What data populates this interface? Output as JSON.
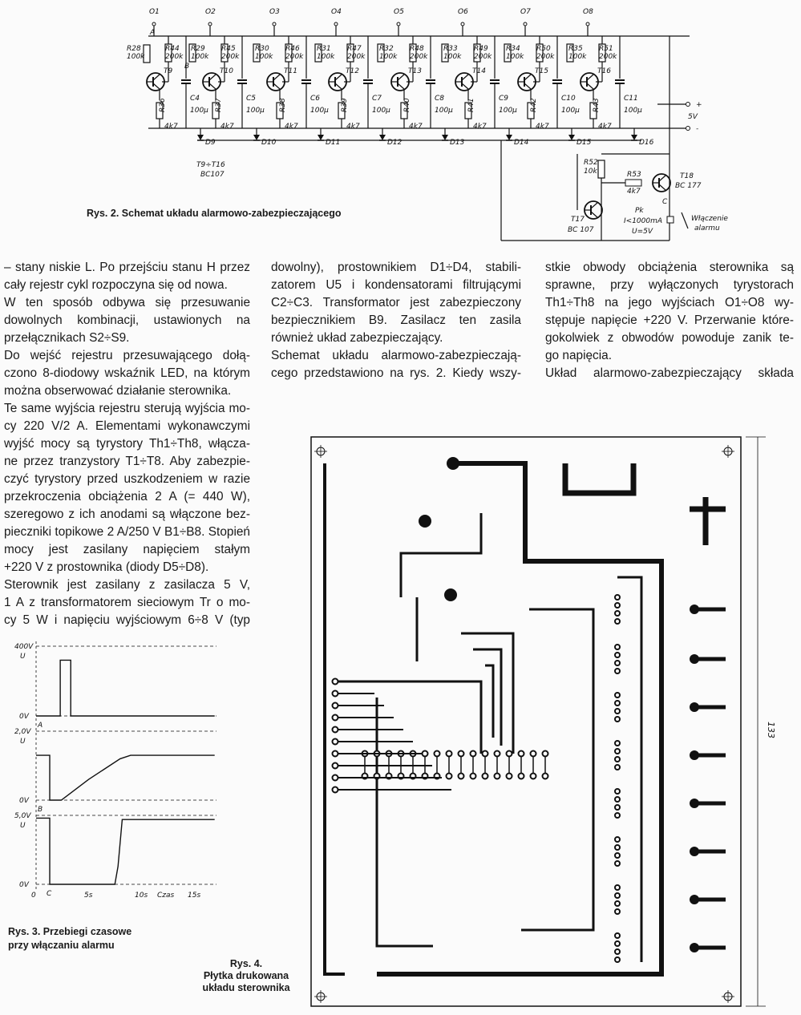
{
  "figure2": {
    "caption": "Rys. 2. Schemat układu alarmowo-zabezpieczającego",
    "outputs": [
      "O1",
      "O2",
      "O3",
      "O4",
      "O5",
      "O6",
      "O7",
      "O8"
    ],
    "point_a": "A",
    "point_b": "B",
    "point_c": "C",
    "r_first": {
      "name": "R28",
      "value": "100k"
    },
    "base_resistors": [
      [
        "R44",
        "200k"
      ],
      [
        "R45",
        "200k"
      ],
      [
        "R46",
        "200k"
      ],
      [
        "R47",
        "200k"
      ],
      [
        "R48",
        "200k"
      ],
      [
        "R49",
        "200k"
      ],
      [
        "R50",
        "200k"
      ],
      [
        "R51",
        "200k"
      ]
    ],
    "collector_resistors": [
      [
        "R29",
        "100k"
      ],
      [
        "R30",
        "100k"
      ],
      [
        "R31",
        "100k"
      ],
      [
        "R32",
        "100k"
      ],
      [
        "R33",
        "100k"
      ],
      [
        "R34",
        "100k"
      ],
      [
        "R35",
        "100k"
      ]
    ],
    "transistors": [
      "T9",
      "T10",
      "T11",
      "T12",
      "T13",
      "T14",
      "T15",
      "T16"
    ],
    "emitter_resistors": [
      [
        "R36",
        "4k7"
      ],
      [
        "R37",
        "4k7"
      ],
      [
        "R38",
        "4k7"
      ],
      [
        "R39",
        "4k7"
      ],
      [
        "R40",
        "4k7"
      ],
      [
        "R41",
        "4k7"
      ],
      [
        "R42",
        "4k7"
      ],
      [
        "R43",
        "4k7"
      ]
    ],
    "capacitors": [
      [
        "C4",
        "100µ"
      ],
      [
        "C5",
        "100µ"
      ],
      [
        "C6",
        "100µ"
      ],
      [
        "C7",
        "100µ"
      ],
      [
        "C8",
        "100µ"
      ],
      [
        "C9",
        "100µ"
      ],
      [
        "C10",
        "100µ"
      ],
      [
        "C11",
        "100µ"
      ]
    ],
    "diodes": [
      "D9",
      "D10",
      "D11",
      "D12",
      "D13",
      "D14",
      "D15",
      "D16"
    ],
    "transistor_note": [
      "T9÷T16",
      "BC107"
    ],
    "supply": {
      "plus": "+",
      "minus": "-",
      "voltage": "5V"
    },
    "r52": [
      "R52",
      "10k"
    ],
    "r53": [
      "R53",
      "4k7"
    ],
    "t17": [
      "T17",
      "BC 107"
    ],
    "t18": [
      "T18",
      "BC 177"
    ],
    "relay": [
      "Pk",
      "I<1000mA",
      "U=5V"
    ],
    "alarm_switch": [
      "Włączenie",
      "alarmu"
    ]
  },
  "text": {
    "col1": [
      "– stany niskie L. Po przejściu stanu H przez",
      "cały rejestr cykl rozpoczyna się od nowa.",
      "W ten sposób odbywa się przesuwanie",
      "dowolnych kombinacji, ustawionych na",
      "przełącznikach S2÷S9.",
      "Do wejść rejestru przesuwającego dołą-",
      "czono 8-diodowy wskaźnik LED, na którym",
      "można obserwować działanie sterownika.",
      "Te same wyjścia rejestru sterują wyjścia mo-",
      "cy 220 V/2 A. Elementami wykonawczymi",
      "wyjść mocy są tyrystory Th1÷Th8, włącza-",
      "ne przez tranzystory T1÷T8. Aby zabezpie-",
      "czyć tyrystory  przed uszkodzeniem w razie",
      "przekroczenia obciążenia 2 A  (= 440 W),",
      "szeregowo z ich anodami są włączone bez-",
      "pieczniki topikowe 2 A/250 V B1÷B8. Stopień",
      "mocy jest zasilany napięciem stałym",
      "+220 V z prostownika (diody D5÷D8).",
      "Sterownik jest zasilany z zasilacza 5 V,",
      "1 A z transformatorem sieciowym Tr o mo-",
      "cy 5 W i napięciu wyjściowym 6÷8 V (typ"
    ],
    "col2": [
      "dowolny), prostownikiem D1÷D4, stabili-",
      "zatorem U5 i kondensatorami filtrującymi",
      "C2÷C3. Transformator jest zabezpieczony",
      "bezpiecznikiem B9. Zasilacz ten zasila",
      "również układ zabezpieczający.",
      "Schemat układu alarmowo-zabezpieczają-",
      "cego przedstawiono na rys. 2. Kiedy wszy-"
    ],
    "col3": [
      "stkie obwody obciążenia sterownika są",
      "sprawne, przy wyłączonych tyrystorach",
      "Th1÷Th8 na jego wyjściach O1÷O8 wy-",
      "stępuje napięcie +220 V. Przerwanie które-",
      "gokolwiek z obwodów powoduje zanik te-",
      "go napięcia.",
      "Układ alarmowo-zabezpieczający składa"
    ]
  },
  "figure3": {
    "caption": [
      "Rys. 3. Przebiegi czasowe",
      "przy włączaniu alarmu"
    ],
    "x_ticks": [
      "0",
      "5s",
      "10s",
      "15s"
    ],
    "x_label": "Czas",
    "y_label": "U",
    "panels": [
      {
        "name": "A",
        "top_label": "400V",
        "bottom_label": "0V",
        "max": 400,
        "points": [
          [
            0,
            0
          ],
          [
            2.3,
            0
          ],
          [
            2.3,
            320
          ],
          [
            3.3,
            320
          ],
          [
            3.3,
            0
          ],
          [
            17,
            0
          ]
        ]
      },
      {
        "name": "B",
        "top_label": "2,0V",
        "bottom_label": "0V",
        "max": 2.0,
        "points": [
          [
            0,
            1.3
          ],
          [
            1.3,
            1.3
          ],
          [
            1.3,
            0
          ],
          [
            2.4,
            0
          ],
          [
            5,
            0.6
          ],
          [
            8,
            1.2
          ],
          [
            9,
            1.3
          ],
          [
            17,
            1.3
          ]
        ]
      },
      {
        "name": "C",
        "top_label": "5,0V",
        "bottom_label": "0V",
        "max": 5.0,
        "points": [
          [
            0,
            4.8
          ],
          [
            1.3,
            4.8
          ],
          [
            1.3,
            0
          ],
          [
            7.5,
            0
          ],
          [
            7.8,
            1.3
          ],
          [
            8.2,
            4.7
          ],
          [
            17,
            4.7
          ]
        ]
      }
    ]
  },
  "figure4": {
    "caption": [
      "Rys. 4.",
      "Płytka drukowana",
      "układu sterownika"
    ],
    "dimension": "133"
  }
}
